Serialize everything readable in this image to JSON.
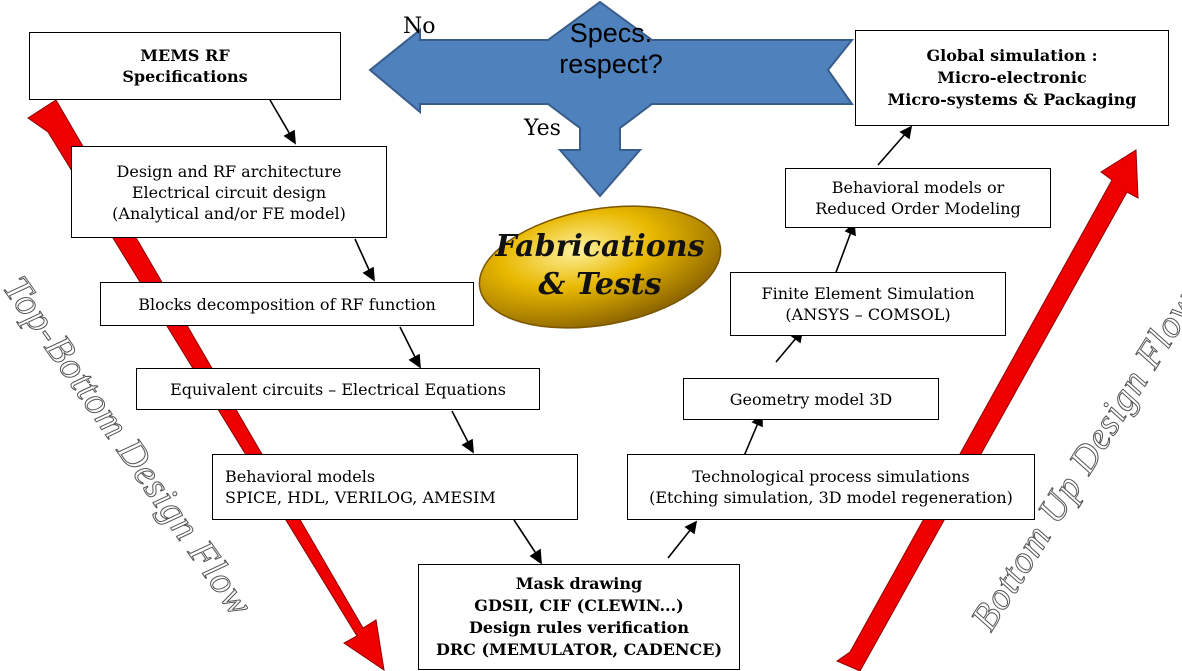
{
  "decision": {
    "text_line1": "Specs.",
    "text_line2": "respect?",
    "no_label": "No",
    "yes_label": "Yes"
  },
  "fabrication": {
    "line1": "Fabrications",
    "line2": "& Tests"
  },
  "flows": {
    "left_label": "Top-Bottom Design Flow",
    "right_label": "Bottom Up Design Flow"
  },
  "boxes": {
    "mems": {
      "line1": "MEMS RF",
      "line2": "Specifications"
    },
    "design": {
      "line1": "Design and RF architecture",
      "line2": "Electrical circuit design",
      "line3": "(Analytical and/or FE model)"
    },
    "blocks": {
      "line1": "Blocks decomposition of  RF function"
    },
    "equiv": {
      "line1": "Equivalent circuits – Electrical Equations"
    },
    "behav_left": {
      "line1": "Behavioral models",
      "line2": "SPICE, HDL,  VERILOG,  AMESIM"
    },
    "mask": {
      "line1": "Mask drawing",
      "line2": "GDSII, CIF (CLEWIN...)",
      "line3": "Design rules verification",
      "line4": "DRC (MEMULATOR, CADENCE)"
    },
    "techno": {
      "line1": "Technological process simulations",
      "line2": "(Etching simulation, 3D model regeneration)"
    },
    "geometry": {
      "line1": "Geometry model 3D"
    },
    "fem": {
      "line1": "Finite Element  Simulation",
      "line2": "(ANSYS – COMSOL)"
    },
    "behav_right": {
      "line1": "Behavioral models or",
      "line2": "Reduced Order Modeling"
    },
    "global": {
      "line1": "Global simulation :",
      "line2": "Micro-electronic",
      "line3": "Micro-systems & Packaging"
    }
  },
  "colors": {
    "flow_arrow": "#ee0000",
    "decision_fill": "#4f81bd",
    "decision_stroke": "#385d8a",
    "ellipse_light": "#fff2a0",
    "ellipse_mid": "#e8b800",
    "ellipse_dark": "#8a6200"
  }
}
